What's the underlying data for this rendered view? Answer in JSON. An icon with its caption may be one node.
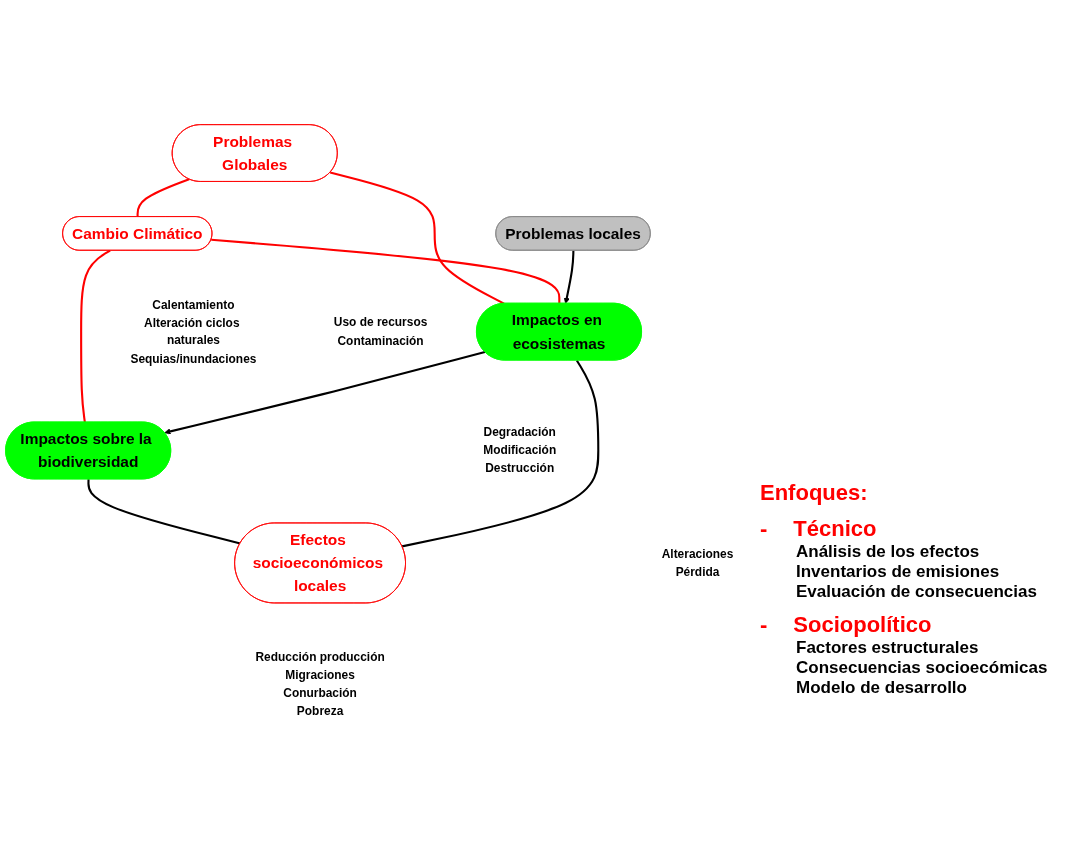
{
  "diagram": {
    "nodes": [
      {
        "text": [
          "Problemas Globales"
        ]
      },
      {
        "text": [
          "Cambio Climático"
        ],
        "beside": [
          "Calentamiento",
          "Alteración ciclos naturales",
          "Sequias/inundaciones"
        ]
      },
      {
        "text": [
          "Impactos en ecosistemas"
        ],
        "beside": [
          "Degradación",
          "Modificación",
          "Destrucción"
        ]
      },
      {
        "text": [
          "Impactos sobre la biodiversidad"
        ],
        "beside": [
          "Alteraciones",
          "Pérdida"
        ]
      },
      {
        "text": [
          "Efectos socioeconómicos locales"
        ],
        "beside": [
          "Reducción producción",
          "Migraciones",
          "Conurbación",
          "Pobreza"
        ]
      },
      {
        "text": [
          "Problemas locales"
        ],
        "beside": [
          "Uso de recursos",
          "Contaminación"
        ]
      }
    ],
    "edges": [
      {
        "from": 0,
        "to": 1,
        "arrow": "none"
      },
      {
        "from": 0,
        "to": 2,
        "arrow": "none"
      },
      {
        "from": 1,
        "to": 2,
        "arrow": "none"
      },
      {
        "from": 1,
        "to": 3,
        "arrow": "none"
      },
      {
        "from": 2,
        "to": 3,
        "arrow": "to",
        "color": "#000000"
      },
      {
        "from": 3,
        "to": 4,
        "arrow": "none",
        "color": "#000000"
      },
      {
        "from": 2,
        "to": 4,
        "arrow": "none",
        "color": "#000000"
      },
      {
        "from": 5,
        "to": 2,
        "arrow": "to",
        "color": "#000000"
      }
    ],
    "labels": [
      "Enfoques:",
      "-",
      "Técnico",
      "Análisis de los efectos",
      "Inventarios de emisiones",
      "Evaluación de consecuencias",
      "-",
      "Sociopolítico",
      "Factores estructurales",
      "Consecuencias socioecómicas",
      "Modelo de desarrollo"
    ]
  }
}
